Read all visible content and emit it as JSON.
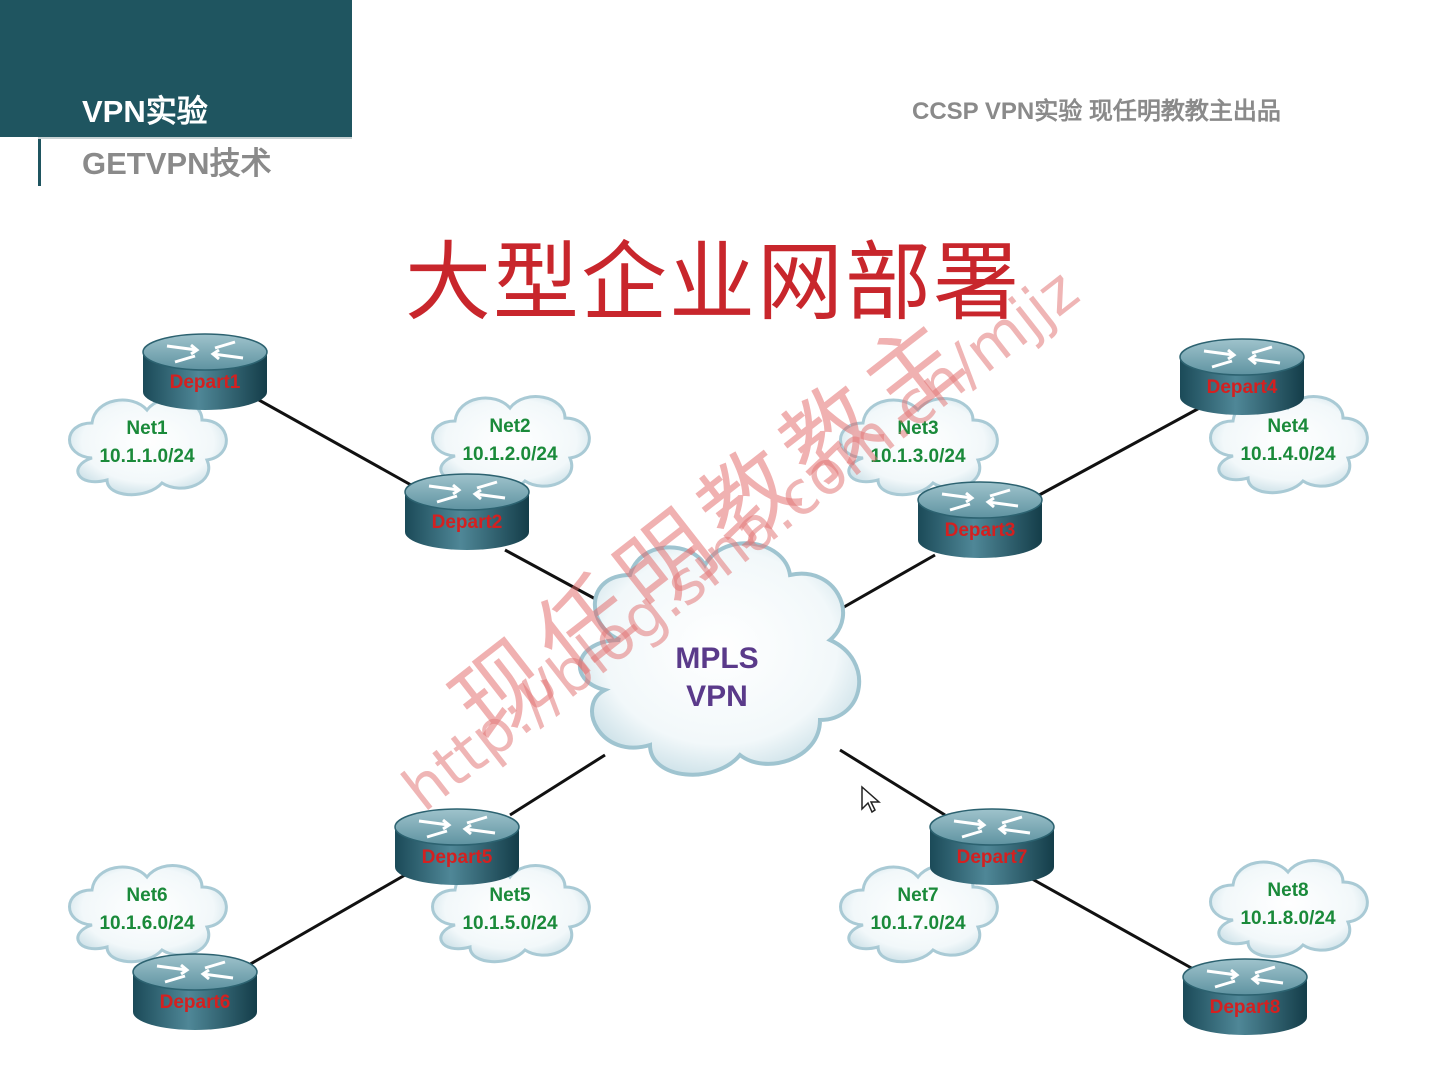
{
  "header": {
    "title": "VPN实验",
    "subtitle": "GETVPN技术",
    "right_caption": "CCSP VPN实验  现任明教教主出品"
  },
  "main_title": "大型企业网部署",
  "center_cloud": {
    "line1": "MPLS",
    "line2": "VPN"
  },
  "routers": [
    {
      "label": "Depart1"
    },
    {
      "label": "Depart2"
    },
    {
      "label": "Depart3"
    },
    {
      "label": "Depart4"
    },
    {
      "label": "Depart5"
    },
    {
      "label": "Depart6"
    },
    {
      "label": "Depart7"
    },
    {
      "label": "Depart8"
    }
  ],
  "nets": [
    {
      "name": "Net1",
      "subnet": "10.1.1.0/24"
    },
    {
      "name": "Net2",
      "subnet": "10.1.2.0/24"
    },
    {
      "name": "Net3",
      "subnet": "10.1.3.0/24"
    },
    {
      "name": "Net4",
      "subnet": "10.1.4.0/24"
    },
    {
      "name": "Net5",
      "subnet": "10.1.5.0/24"
    },
    {
      "name": "Net6",
      "subnet": "10.1.6.0/24"
    },
    {
      "name": "Net7",
      "subnet": "10.1.7.0/24"
    },
    {
      "name": "Net8",
      "subnet": "10.1.8.0/24"
    }
  ],
  "watermark": {
    "url": "http://blog.sina.com.cn/mjjz",
    "cn": "现任明教教主"
  },
  "colors": {
    "header_bg": "#1f5560",
    "title_red": "#c8262c",
    "router_label_red": "#d42020",
    "net_label_green": "#1a8a3a",
    "mpls_purple": "#5a3a8a"
  }
}
